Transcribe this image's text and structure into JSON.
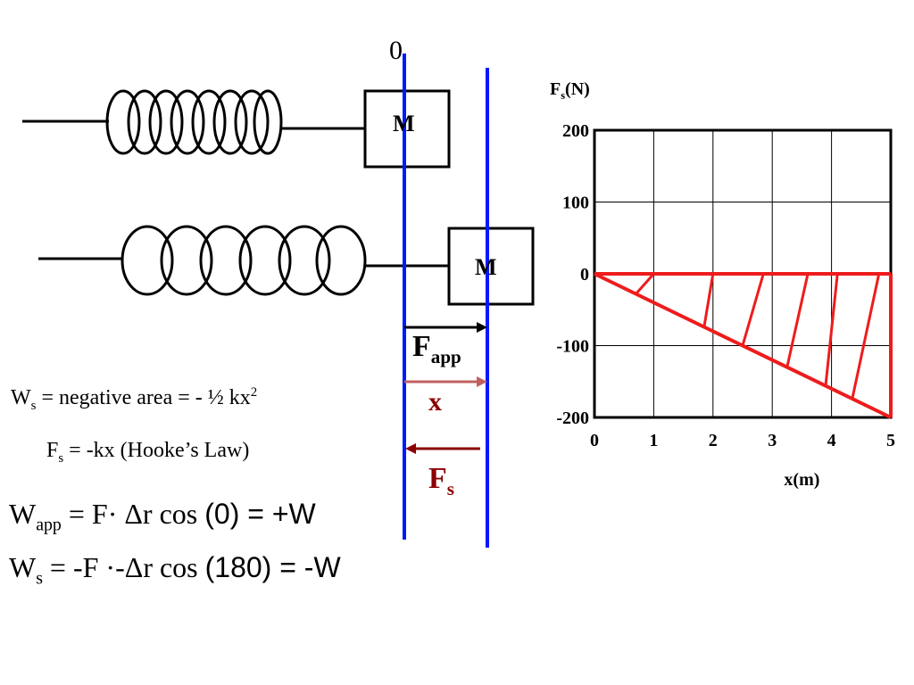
{
  "diagram": {
    "origin_label": "0",
    "mass_label_top": "M",
    "mass_label_bottom": "M",
    "f_app_symbol": "F",
    "f_app_sub": "app",
    "x_label": "x",
    "f_s_symbol": "F",
    "f_s_sub": "s",
    "colors": {
      "position_lines": "#0019ff",
      "applied_force_arrow": "#000000",
      "displacement_arrow": "#c06060",
      "spring_force_arrow": "#8b0000",
      "force_label": "#8b0000"
    }
  },
  "equations": {
    "ws_area": {
      "W": "W",
      "sub": "s",
      "rest": " = negative area = - ½ kx",
      "sup": "2"
    },
    "hooke": {
      "F": "F",
      "sub": "s",
      "rest": " = -kx (Hooke’s Law)"
    },
    "wapp": {
      "W": "W",
      "sub": "app",
      "mid": " = F· Δr cos ",
      "end": "(0) = +W"
    },
    "ws_work": {
      "W": "W",
      "sub": "s",
      "mid": " = -F ·-Δr cos ",
      "end": "(180) = -W"
    }
  },
  "chart_data": {
    "type": "area",
    "ylabel_symbol": "F",
    "ylabel_sub": "s",
    "ylabel_unit": "(N)",
    "xlabel": "x(m)",
    "x_ticks": [
      "0",
      "1",
      "2",
      "3",
      "4",
      "5"
    ],
    "y_ticks": [
      "200",
      "100",
      "0",
      "-100",
      "-200"
    ],
    "xlim": [
      0,
      5
    ],
    "ylim": [
      -200,
      200
    ],
    "grid": true,
    "series": [
      {
        "x": [
          0,
          5
        ],
        "y": [
          0,
          -200
        ],
        "color": "#ee1c1c"
      }
    ],
    "shaded_region": "between line and Fs = 0, hatched",
    "colors": {
      "series": "#ee1c1c",
      "grid": "#000000"
    }
  }
}
